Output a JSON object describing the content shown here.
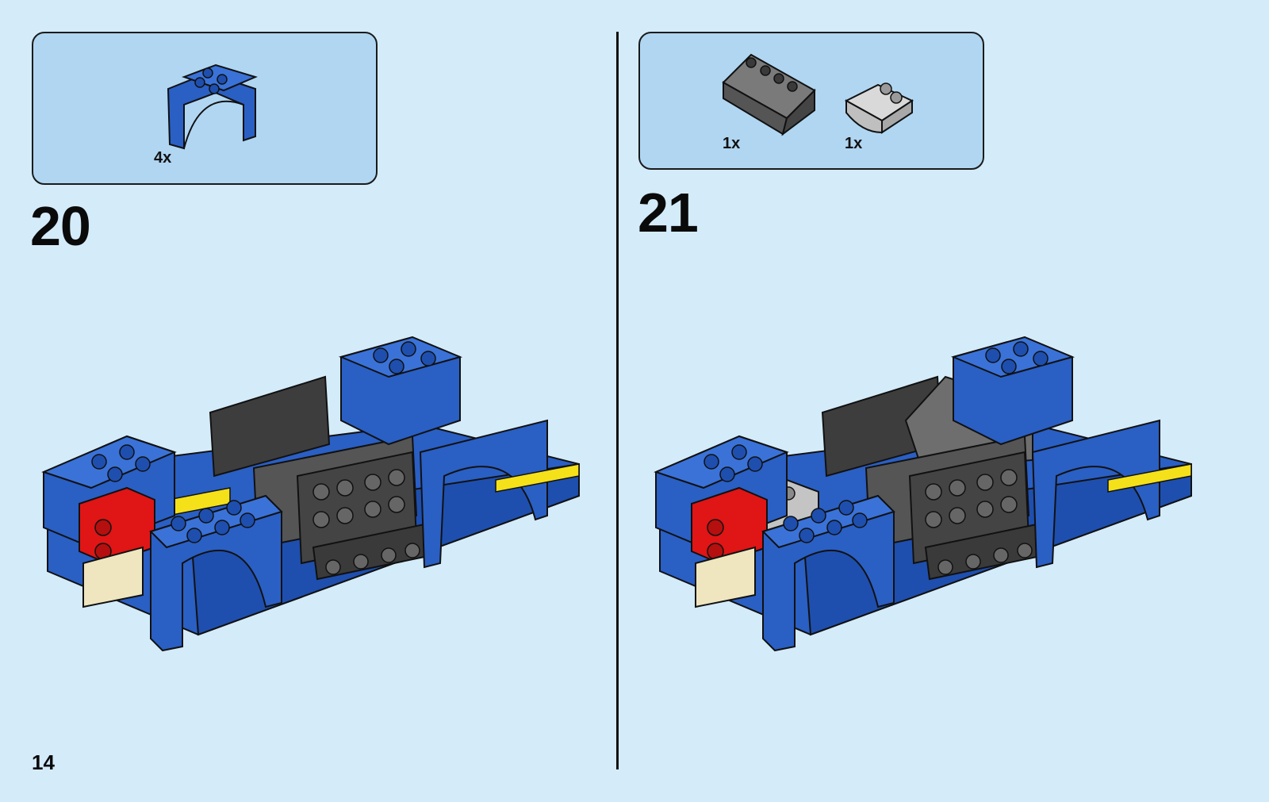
{
  "steps": [
    {
      "number": "20",
      "parts": [
        {
          "qty": "4x",
          "part": "blue-wheel-arch"
        }
      ]
    },
    {
      "number": "21",
      "parts": [
        {
          "qty": "1x",
          "part": "dark-gray-slope-brick"
        },
        {
          "qty": "1x",
          "part": "light-gray-curved-slope"
        }
      ]
    }
  ],
  "page_number": "14",
  "colors": {
    "background": "#d4ebfa",
    "parts_box": "#b0d6f2",
    "blue": "#2a5fc4",
    "red": "#e01515",
    "dark_gray": "#555555",
    "light_gray": "#bfbfbf",
    "yellow": "#f4e11a"
  }
}
